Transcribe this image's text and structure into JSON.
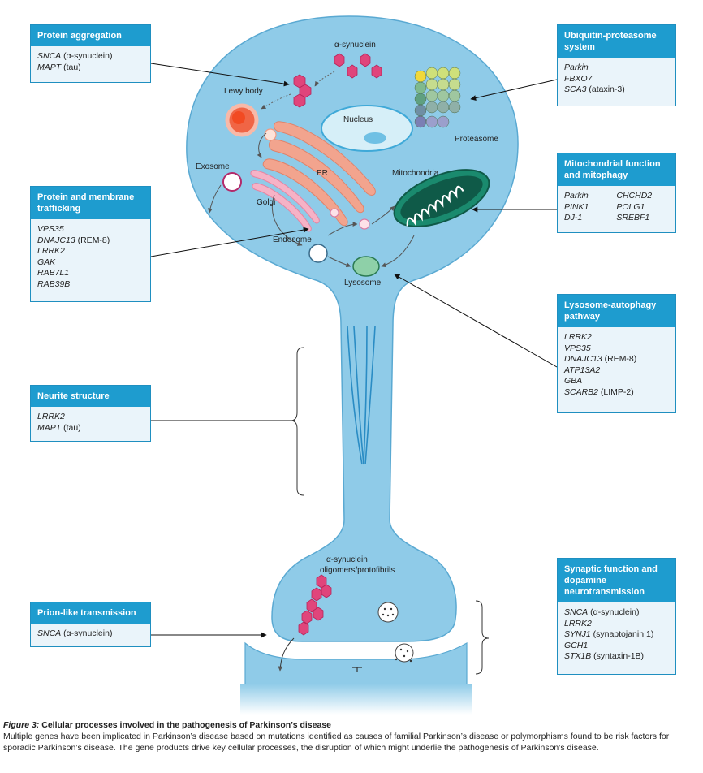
{
  "panels": {
    "protein_aggregation": {
      "title": "Protein aggregation",
      "genes": [
        {
          "sym": "SNCA",
          "rest": " (α-synuclein)"
        },
        {
          "sym": "MAPT",
          "rest": " (tau)"
        }
      ]
    },
    "protein_membrane_trafficking": {
      "title": "Protein and membrane trafficking",
      "genes": [
        {
          "sym": "VPS35",
          "rest": ""
        },
        {
          "sym": "DNAJC13",
          "rest": " (REM-8)"
        },
        {
          "sym": "LRRK2",
          "rest": ""
        },
        {
          "sym": "GAK",
          "rest": ""
        },
        {
          "sym": "RAB7L1",
          "rest": ""
        },
        {
          "sym": "RAB39B",
          "rest": ""
        }
      ]
    },
    "neurite_structure": {
      "title": "Neurite structure",
      "genes": [
        {
          "sym": "LRRK2",
          "rest": ""
        },
        {
          "sym": "MAPT",
          "rest": " (tau)"
        }
      ]
    },
    "prion_like": {
      "title": "Prion-like transmission",
      "genes": [
        {
          "sym": "SNCA",
          "rest": " (α-synuclein)"
        }
      ]
    },
    "ups": {
      "title": "Ubiquitin-proteasome system",
      "genes": [
        {
          "sym": "Parkin",
          "rest": ""
        },
        {
          "sym": "FBXO7",
          "rest": ""
        },
        {
          "sym": "SCA3",
          "rest": " (ataxin-3)"
        }
      ]
    },
    "mito": {
      "title": "Mitochondrial function and mitophagy",
      "col1": [
        "Parkin",
        "PINK1",
        "DJ-1"
      ],
      "col2": [
        "CHCHD2",
        "POLG1",
        "SREBF1"
      ]
    },
    "lysosome": {
      "title": "Lysosome-autophagy pathway",
      "genes": [
        {
          "sym": "LRRK2",
          "rest": ""
        },
        {
          "sym": "VPS35",
          "rest": ""
        },
        {
          "sym": "DNAJC13",
          "rest": " (REM-8)"
        },
        {
          "sym": "ATP13A2",
          "rest": ""
        },
        {
          "sym": "GBA",
          "rest": ""
        },
        {
          "sym": "SCARB2",
          "rest": " (LIMP-2)"
        }
      ]
    },
    "synaptic": {
      "title": "Synaptic function and dopamine neurotransmission",
      "genes": [
        {
          "sym": "SNCA",
          "rest": " (α-synuclein)"
        },
        {
          "sym": "LRRK2",
          "rest": ""
        },
        {
          "sym": "SYNJ1",
          "rest": " (synaptojanin 1)"
        },
        {
          "sym": "GCH1",
          "rest": ""
        },
        {
          "sym": "STX1B",
          "rest": " (syntaxin-1B)"
        }
      ]
    }
  },
  "labels": {
    "synuclein": "α-synuclein",
    "lewy": "Lewy body",
    "nucleus": "Nucleus",
    "proteasome": "Proteasome",
    "exosome": "Exosome",
    "er": "ER",
    "golgi": "Golgi",
    "mitochondria": "Mitochondria",
    "endosome": "Endosome",
    "lysosome": "Lysosome",
    "oligomers_1": "α-synuclein",
    "oligomers_2": "oligomers/protofibrils"
  },
  "caption": {
    "figure": "Figure 3:",
    "title": " Cellular processes involved in the pathogenesis of Parkinson’s disease",
    "text": "Multiple genes have been implicated in Parkinson’s disease based on mutations identified as causes of familial Parkinson’s disease or polymorphisms found to be risk factors for sporadic Parkinson’s disease. The gene products drive key cellular processes, the disruption of which might underlie the pathogenesis of Parkinson’s disease."
  },
  "colors": {
    "cell": "#8fcbe8",
    "cell_stroke": "#5aa9d2",
    "panel_header": "#1e9ccf",
    "panel_bg": "#eaf4fa",
    "synuclein": "#e0457b",
    "er": "#f2a48e",
    "mito_outer": "#1a8a6e",
    "mito_inner": "#0f5a48"
  }
}
